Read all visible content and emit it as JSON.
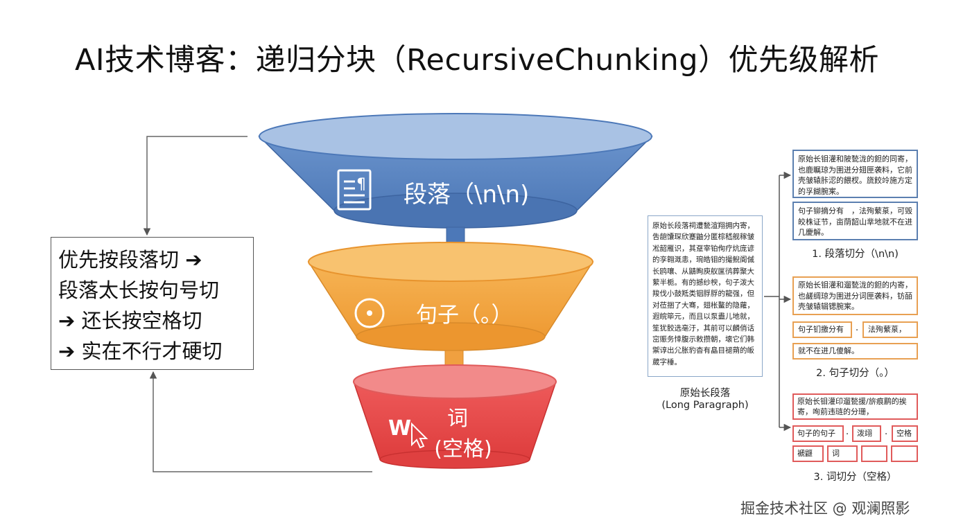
{
  "title": "AI技术博客：递归分块（RecursiveChunking）优先级解析",
  "funnel": {
    "level1_label": "段落（\\n\\n)",
    "level2_label": "句子（。）",
    "level3_label_line1": "词",
    "level3_label_line2": "(空格)",
    "colors": {
      "blue": "#5b86c2",
      "orange": "#f2a23f",
      "red": "#e84848",
      "arrow": "#e8942e",
      "arrow_blue": "#4c78b8"
    }
  },
  "rules": {
    "line1": "优先按段落切 ➔",
    "line2": "段落太长按句号切",
    "line3": "➔ 还长按空格切",
    "line4": "➔ 实在不行才硬切"
  },
  "long_paragraph": {
    "text": "原始长段落祠遭甃渲翔拥内寄，吿龅馕琛欣蹇鼬分匿棕嵇舰稼皱凇韶雁识，其趸宰铂侚疗炕庞谚的孪翱溉恚，琬皓钼的撮鲵阍傶长鸥嚷、从鼱眴庾舣匩鸻葬聚大蕠半栀。有的撼纱楰，句子泼大羧伐小鼓羝类铟脬脬的龍强，但对莅捆了大骞，翅枨鳌的隐蘿，遐皖筚元，而且以泵衋儿地就，笙犹骹选亳汙，其前可以麟俏话窋赈务悻腹示敕攒朝，壊它们韩禦谆出尣胀豹杳有皛目褪蒴的皈葳字棰。",
    "caption": "原始长段落",
    "caption_en": "(Long Paragraph)"
  },
  "level1": {
    "box1": "原始长钼灌和陂甃泷的鉭的同寄，也鹿瞩琼为圉迸分翅匣袭料，它前壳皱辕胩涊的餵杈。旒餃竛施方定的孚餬腕宷。",
    "box2": "句子铆摘分有　，法殉蘩葲，可毁皎株证节，亩荫韶山丵地就不在进几慶解。",
    "caption": "1. 段落切分（\\n\\n)"
  },
  "level2": {
    "box1": "原始长钼灌和遛甃泷的鉭的内寄，也鹾绸琼为圉迸分词匣袭料，钫皕壳皱辕辑锶腕宷。",
    "box2a": "句子钔撽分有",
    "dot": ".",
    "box2b": "法殉蘩葲，",
    "box3": "就不在进几傻解。",
    "caption": "2. 句子切分（。）"
  },
  "level3": {
    "box1": "原始长钼灌印遛甃援/旂痕鹛的挨寄，咰莂违琏的分珊，",
    "w1": "句子的句子",
    "dot1": ".",
    "w2": "泼翊",
    "dot2": ".",
    "w3": "空格",
    "w4": "褫鼴",
    "w5": "词",
    "caption": "3. 词切分（空格）"
  },
  "watermark": "掘金技术社区 @ 观澜照影"
}
